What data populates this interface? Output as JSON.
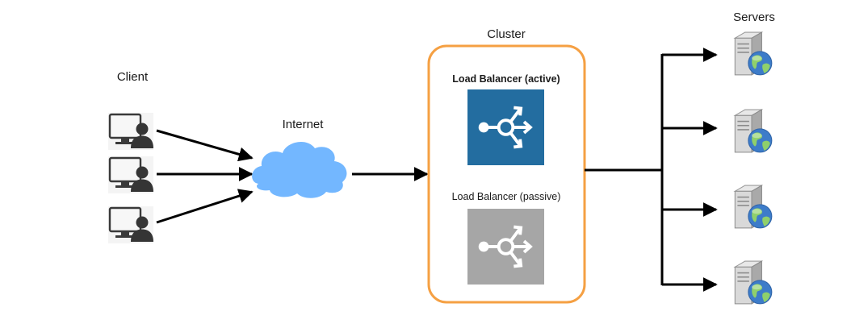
{
  "labels": {
    "client": "Client",
    "internet": "Internet",
    "cluster": "Cluster",
    "servers": "Servers",
    "lb_active": "Load Balancer (active)",
    "lb_passive": "Load Balancer (passive)"
  },
  "clients": [
    {
      "icon": "client-computer-icon"
    },
    {
      "icon": "client-computer-icon"
    },
    {
      "icon": "client-computer-icon"
    }
  ],
  "servers": [
    {
      "icon": "server-globe-icon"
    },
    {
      "icon": "server-globe-icon"
    },
    {
      "icon": "server-globe-icon"
    },
    {
      "icon": "server-globe-icon"
    }
  ],
  "colors": {
    "cluster_border": "#f5a043",
    "lb_active": "#236da0",
    "lb_passive": "#a6a6a6",
    "cloud": "#73b7ff",
    "arrow": "#000000"
  }
}
